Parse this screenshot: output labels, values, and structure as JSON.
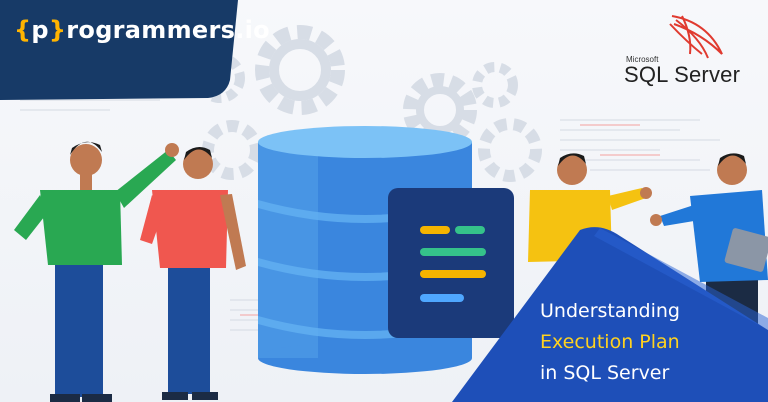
{
  "brand": {
    "open_brace": "{",
    "letter": "p",
    "close_brace": "}",
    "rest": "rogrammers.io"
  },
  "sql_logo": {
    "microsoft": "Microsoft",
    "product": "SQL Server"
  },
  "headline": {
    "line1": "Understanding",
    "line2": "Execution Plan",
    "line3": "in SQL Server"
  },
  "colors": {
    "navy": "#173a67",
    "accent_blue": "#1e4fb8",
    "highlight_yellow": "#ffd21f",
    "brace_orange": "#ffb400",
    "db_blue": "#3f8be0"
  }
}
